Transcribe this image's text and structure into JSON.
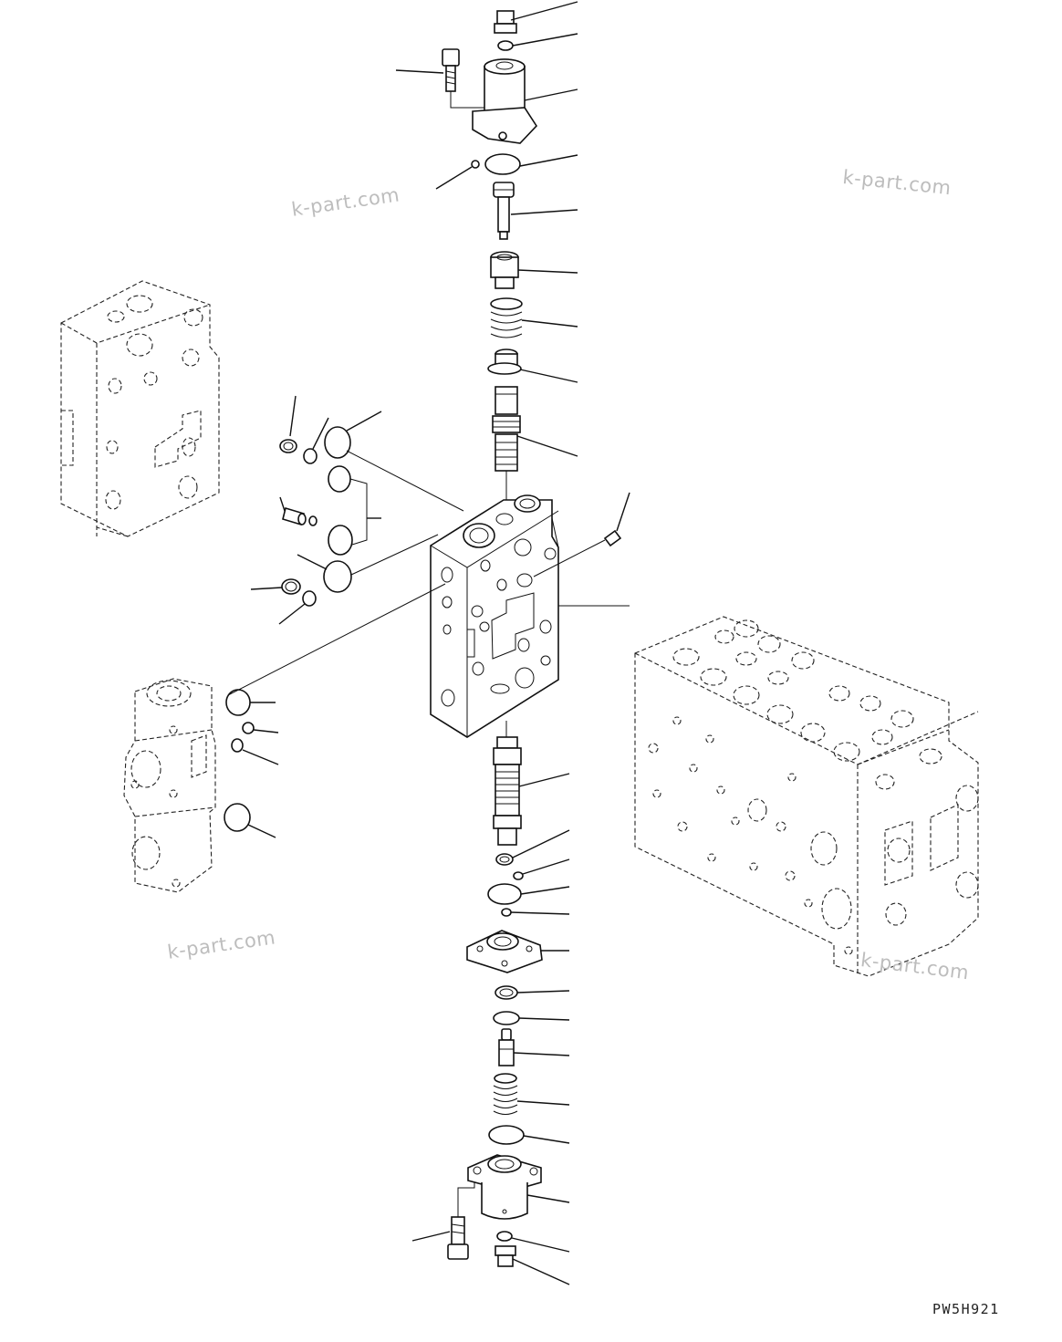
{
  "watermarks": [
    "k-part.com",
    "k-part.com",
    "k-part.com",
    "k-part.com"
  ],
  "drawing_code": "PW5H921"
}
